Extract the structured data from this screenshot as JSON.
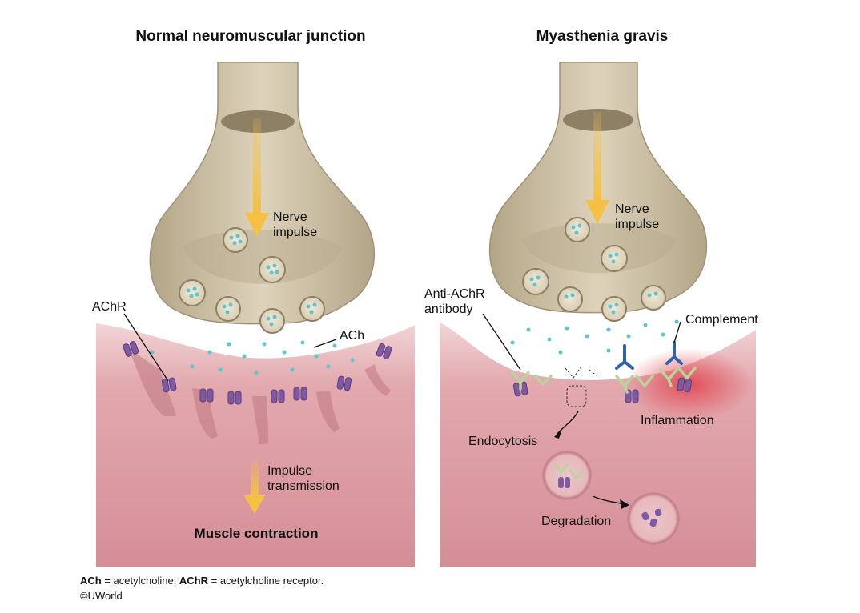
{
  "titles": {
    "normal": "Normal neuromuscular junction",
    "mg": "Myasthenia gravis"
  },
  "labels": {
    "nerve_impulse_line1": "Nerve",
    "nerve_impulse_line2": "impulse",
    "achr": "AChR",
    "ach": "ACh",
    "impulse_transmission_line1": "Impulse",
    "impulse_transmission_line2": "transmission",
    "muscle_contraction": "Muscle contraction",
    "anti_achr_line1": "Anti-AChR",
    "anti_achr_line2": "antibody",
    "complement": "Complement",
    "inflammation": "Inflammation",
    "endocytosis": "Endocytosis",
    "degradation": "Degradation"
  },
  "footnote": {
    "ach_abbr": "ACh",
    "ach_def": " = acetylcholine; ",
    "achr_abbr": "AChR",
    "achr_def": " = acetylcholine receptor.",
    "copyright": "©UWorld"
  },
  "colors": {
    "nerve": "#cfc3a6",
    "nerve_dark": "#a99c7f",
    "muscle": "#d9949c",
    "muscle_light": "#f1cfd2",
    "receptor": "#7f5aa3",
    "antibody": "#b9d39a",
    "complement": "#2f64ad",
    "arrow": "#f6c044",
    "ach_dot": "#5dc4d0",
    "inflammation": "#e2434e"
  }
}
